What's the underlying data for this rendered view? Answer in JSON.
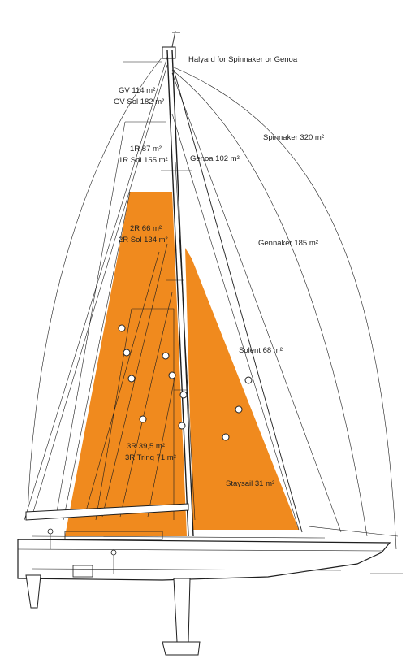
{
  "labels": {
    "halyard": "Halyard for Spinnaker or Genoa",
    "gv": "GV 114 m²",
    "gv_sol": "GV Sol 182 m²",
    "r1": "1R  87 m²",
    "r1_sol": "1R Sol 155 m²",
    "genoa": "Genoa   102 m²",
    "spinnaker": "Spinnaker 320 m²",
    "r2": "2R  66 m²",
    "r2_sol": "2R Sol  134 m²",
    "gennaker": "Gennaker 185 m²",
    "solent": "Solent   68 m²",
    "r3": "3R 39,5 m²",
    "r3_trinq": "3R Trinq 71 m²",
    "staysail": "Staysail 31 m²"
  },
  "colors": {
    "sail_fill": "#f08a1e",
    "line": "#1e1e1e",
    "background": "#ffffff"
  }
}
